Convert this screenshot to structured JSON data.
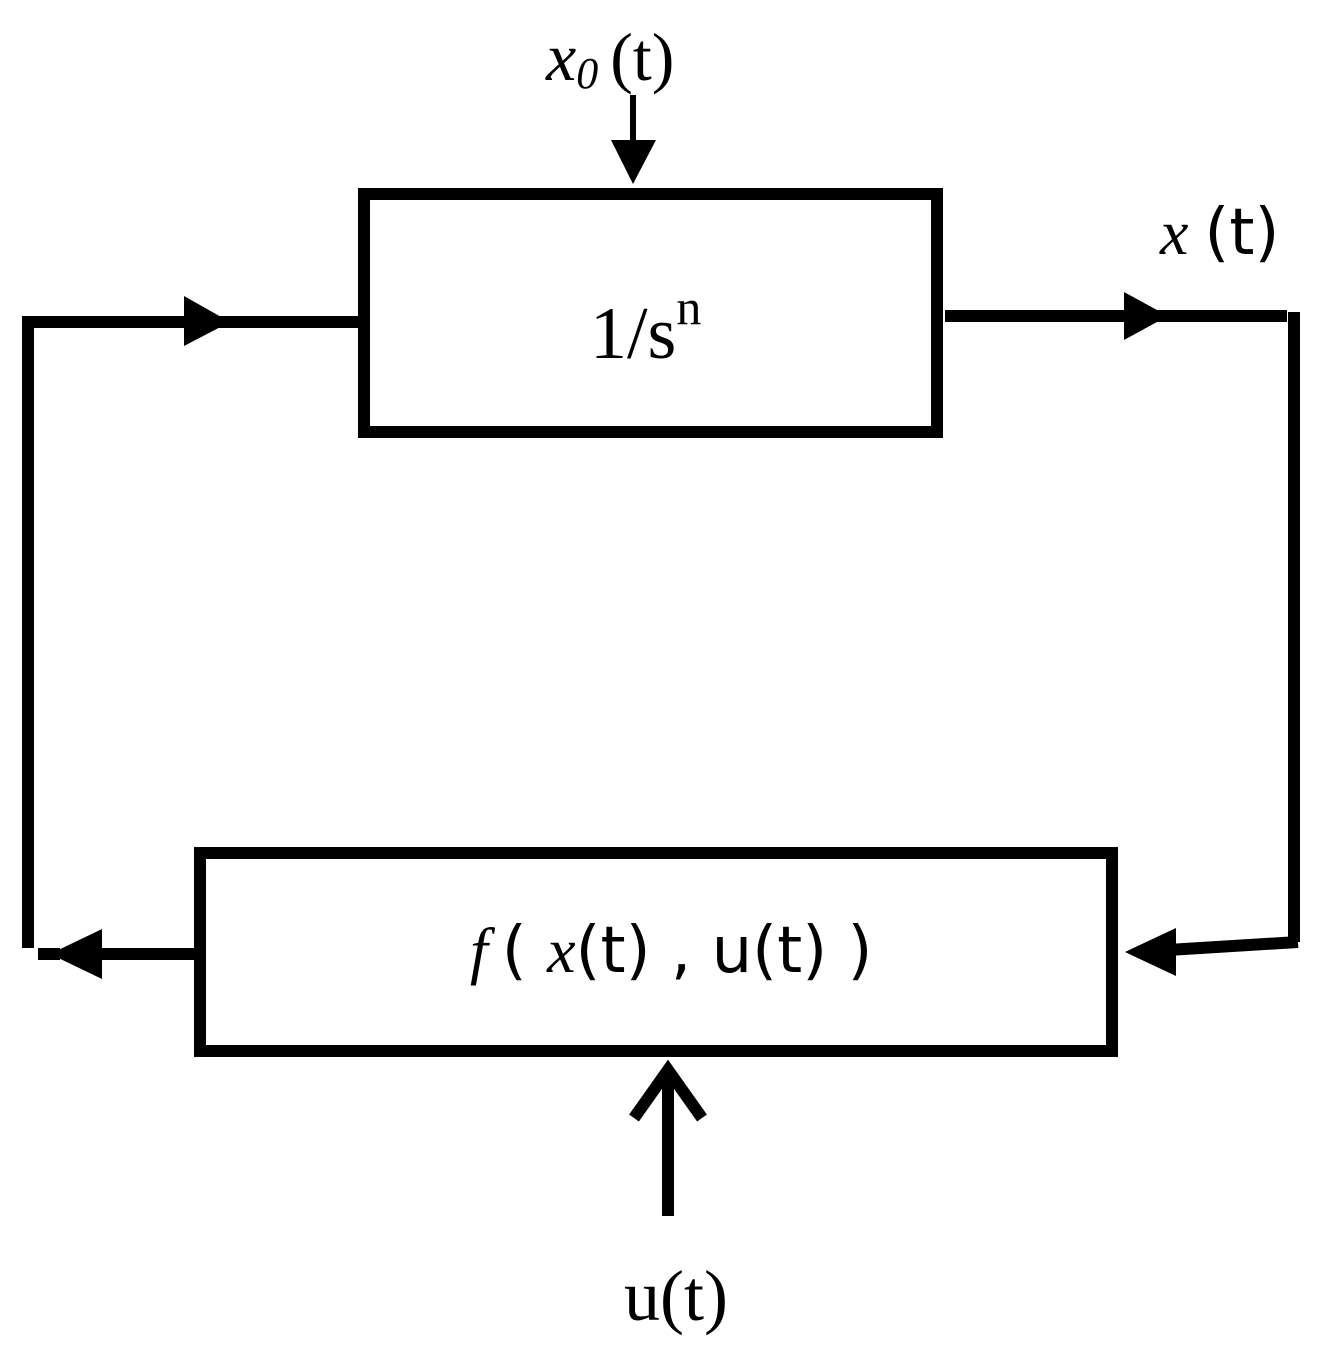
{
  "diagram": {
    "initial_condition": {
      "var": "x",
      "sub": "0",
      "arg": "(t)"
    },
    "integrator": {
      "base": "1/s",
      "exp": "n"
    },
    "output": {
      "var": "x",
      "arg": "(t)"
    },
    "function_block": {
      "f": "f",
      "open": "( ",
      "x": "x",
      "x_arg": "(t) , u(t) )"
    },
    "input": {
      "label": "u(t)"
    },
    "colors": {
      "stroke": "#000000",
      "background": "#ffffff"
    }
  }
}
